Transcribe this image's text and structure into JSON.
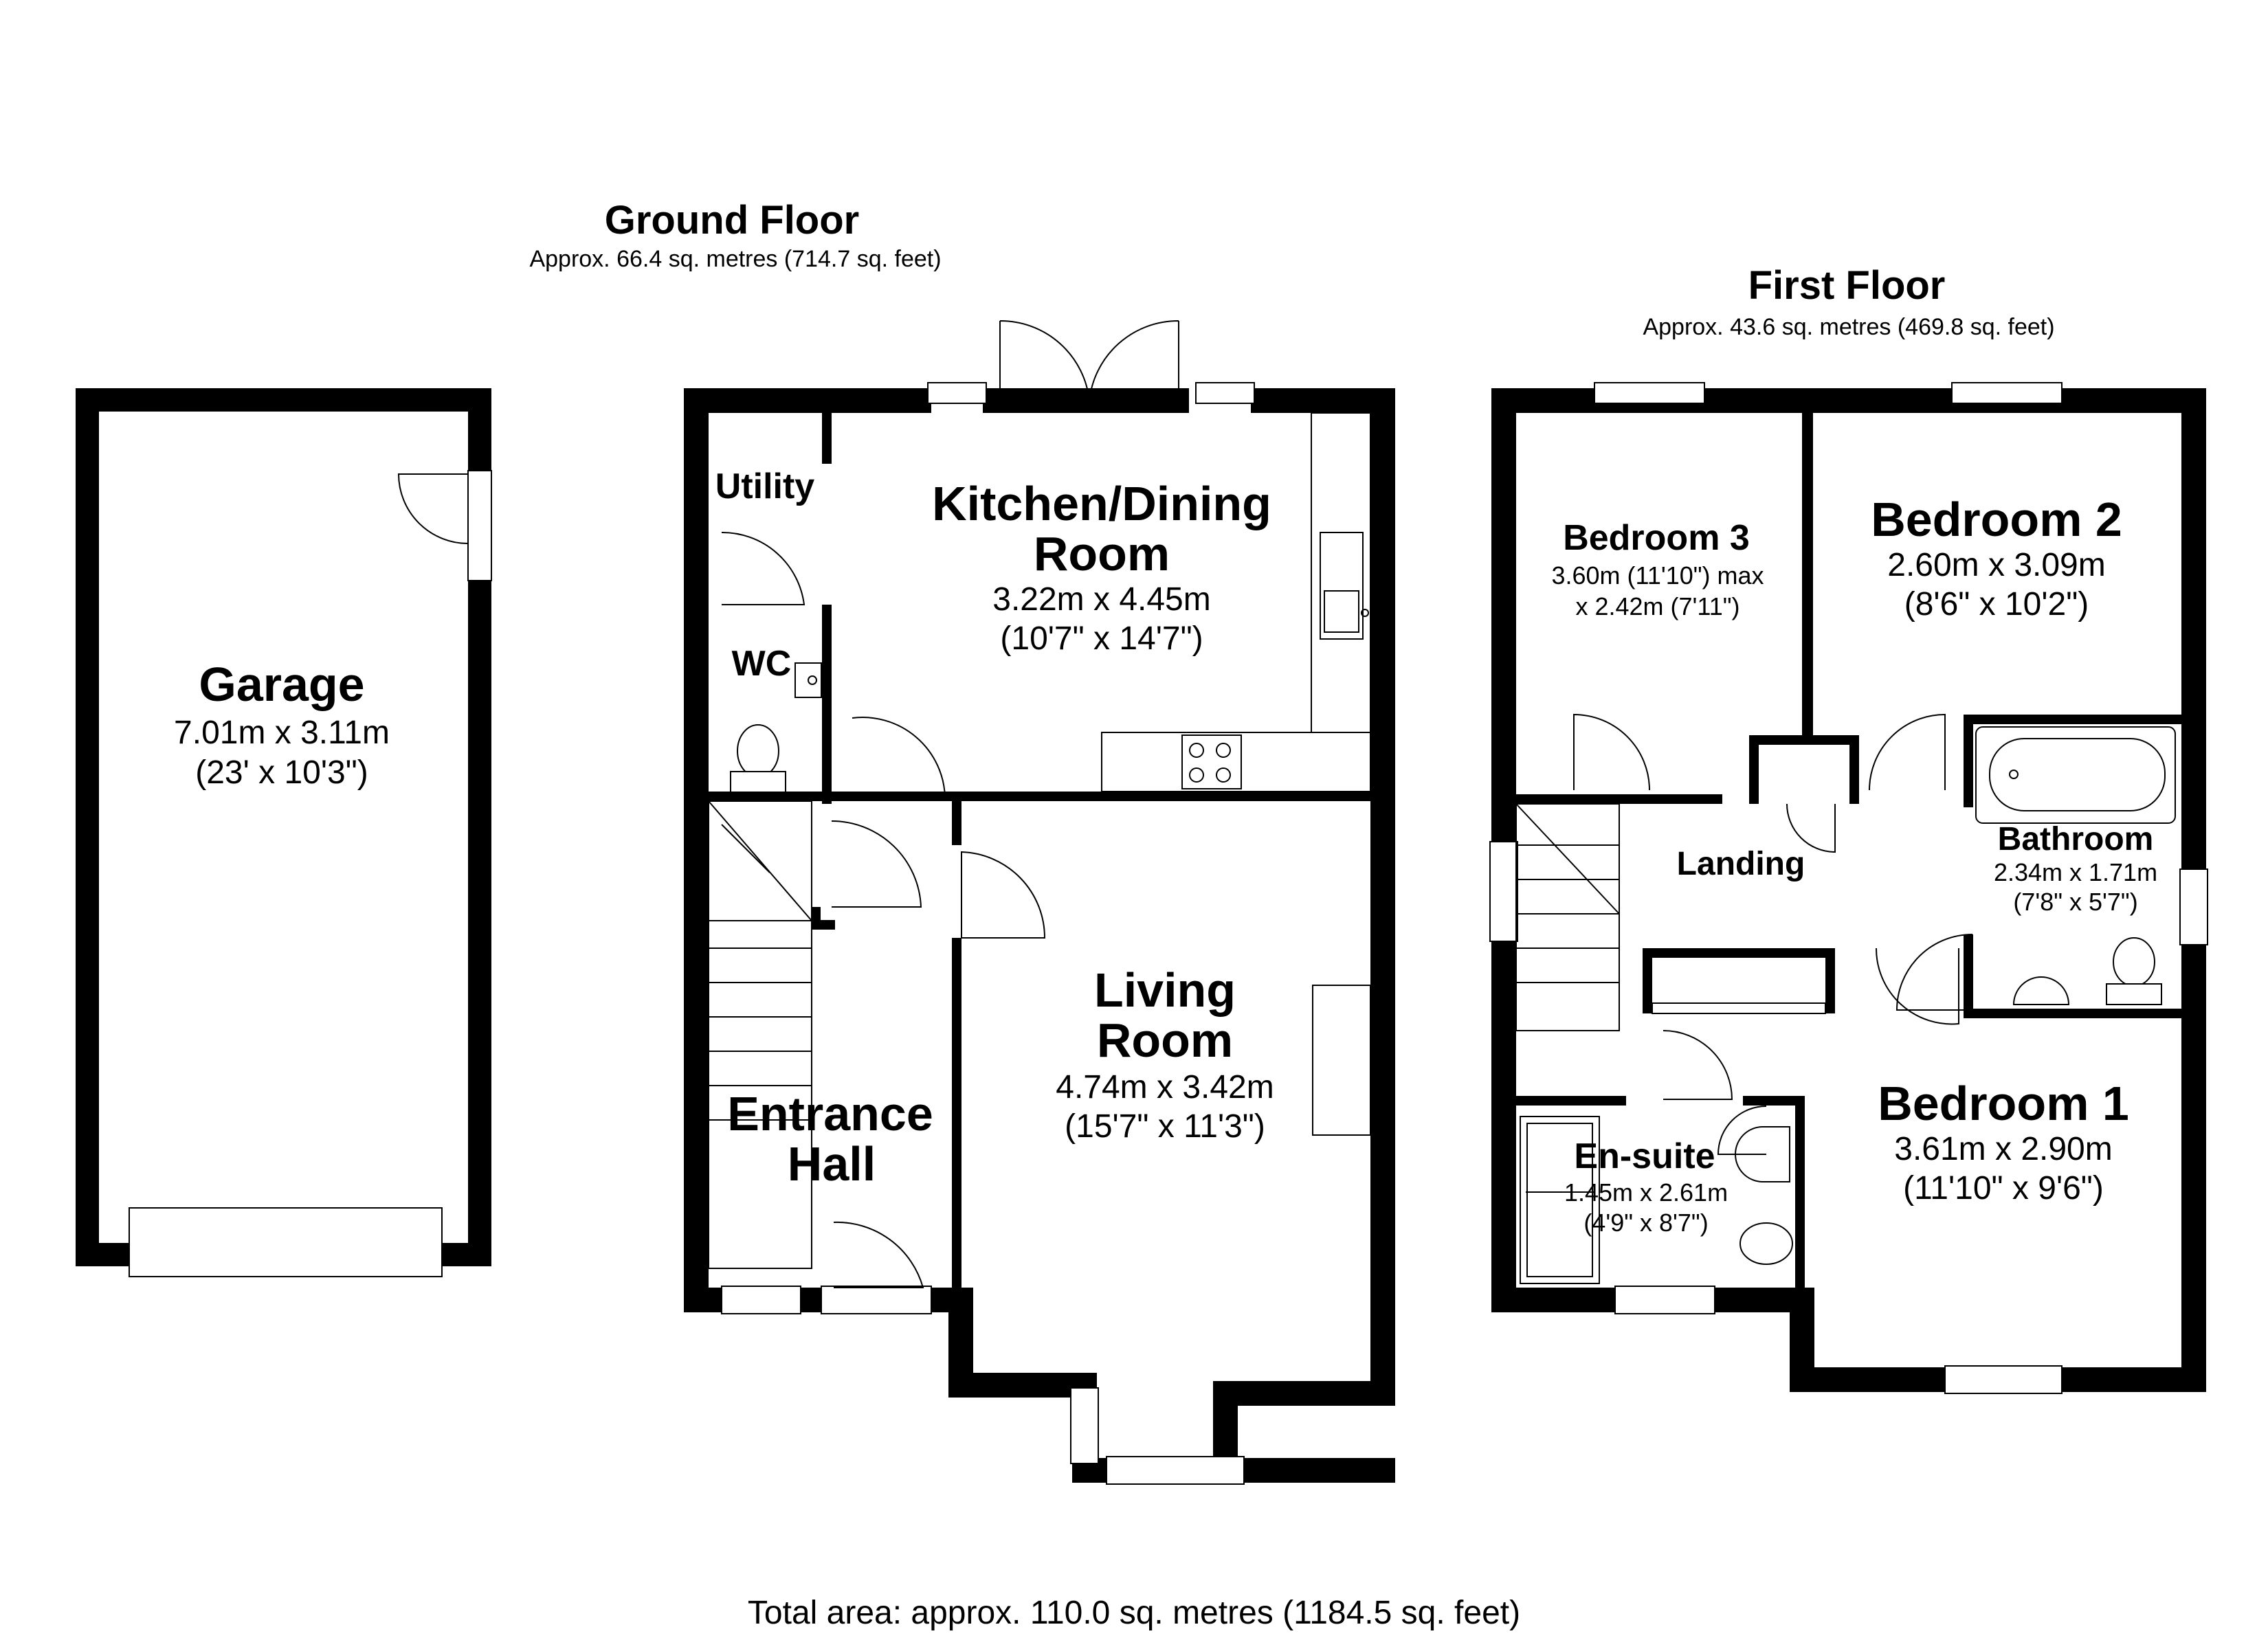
{
  "ground_floor": {
    "title": "Ground Floor",
    "area": "Approx. 66.4 sq. metres (714.7 sq. feet)"
  },
  "first_floor": {
    "title": "First Floor",
    "area": "Approx. 43.6 sq. metres (469.8 sq. feet)"
  },
  "rooms": {
    "garage": {
      "name": "Garage",
      "dim_m": "7.01m x 3.11m",
      "dim_ft": "(23' x 10'3\")"
    },
    "utility": {
      "name": "Utility"
    },
    "wc": {
      "name": "WC"
    },
    "kitchen": {
      "name_line1": "Kitchen/Dining",
      "name_line2": "Room",
      "dim_m": "3.22m x 4.45m",
      "dim_ft": "(10'7\" x 14'7\")"
    },
    "living": {
      "name_line1": "Living",
      "name_line2": "Room",
      "dim_m": "4.74m x 3.42m",
      "dim_ft": "(15'7\" x 11'3\")"
    },
    "entrance_hall": {
      "name_line1": "Entrance",
      "name_line2": "Hall"
    },
    "bedroom3": {
      "name": "Bedroom 3",
      "dim_line1": "3.60m (11'10\") max",
      "dim_line2": "x 2.42m (7'11\")"
    },
    "bedroom2": {
      "name": "Bedroom 2",
      "dim_m": "2.60m x 3.09m",
      "dim_ft": "(8'6\" x 10'2\")"
    },
    "landing": {
      "name": "Landing"
    },
    "bathroom": {
      "name": "Bathroom",
      "dim_m": "2.34m x 1.71m",
      "dim_ft": "(7'8\" x 5'7\")"
    },
    "bedroom1": {
      "name": "Bedroom 1",
      "dim_m": "3.61m x 2.90m",
      "dim_ft": "(11'10\" x 9'6\")"
    },
    "ensuite": {
      "name": "En-suite",
      "dim_m": "1.45m x 2.61m",
      "dim_ft": "(4'9\" x 8'7\")"
    }
  },
  "total_area": "Total area: approx. 110.0 sq. metres (1184.5 sq. feet)"
}
